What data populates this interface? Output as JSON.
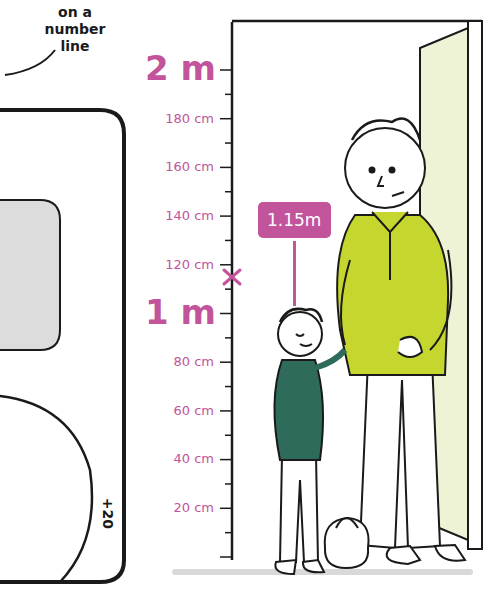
{
  "diagram": {
    "nodes": [
      {
        "text": [
          "1.15m"
        ]
      }
    ],
    "labels": [
      "on a number line",
      "2 m",
      "180 cm",
      "160 cm",
      "140 cm",
      "120 cm",
      "1 m",
      "80 cm",
      "60 cm",
      "40 cm",
      "20 cm",
      "+20"
    ]
  }
}
